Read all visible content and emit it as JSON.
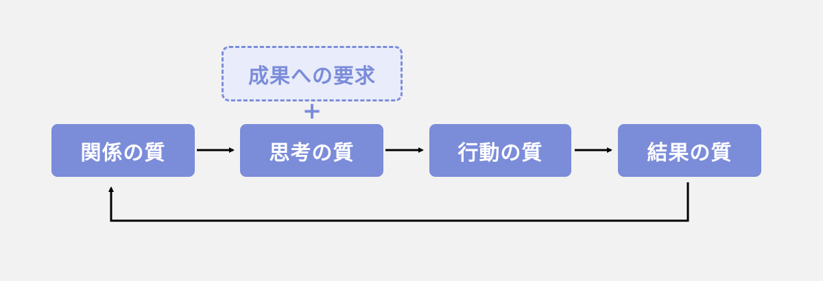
{
  "diagram": {
    "nodes": [
      {
        "id": "relationship",
        "label": "関係の質"
      },
      {
        "id": "thinking",
        "label": "思考の質"
      },
      {
        "id": "action",
        "label": "行動の質"
      },
      {
        "id": "result",
        "label": "結果の質"
      }
    ],
    "addition": {
      "label": "成果への要求",
      "operator": "+",
      "target": "thinking"
    },
    "edges": [
      {
        "from": "relationship",
        "to": "thinking"
      },
      {
        "from": "thinking",
        "to": "action"
      },
      {
        "from": "action",
        "to": "result"
      },
      {
        "from": "result",
        "to": "relationship"
      }
    ],
    "colors": {
      "node": "#7b8cd9",
      "node_text": "#ffffff",
      "extra_fill": "#e9ecfa",
      "arrow": "#000000",
      "background": "#f2f2f2"
    }
  }
}
